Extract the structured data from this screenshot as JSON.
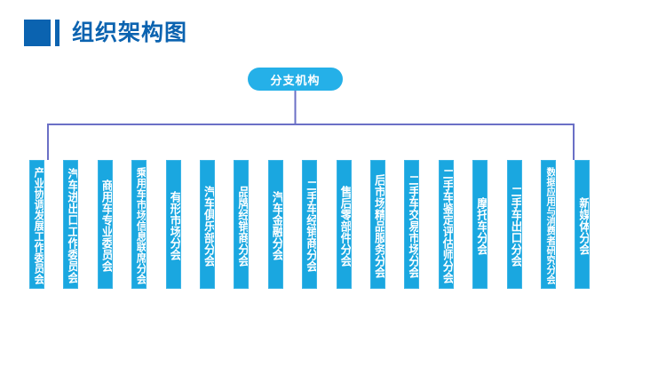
{
  "header": {
    "title": "组织架构图",
    "accent_color": "#0b63b0",
    "block_icon": "square-block-icon",
    "tick_icon": "bar-tick-icon"
  },
  "colors": {
    "node_fill": "#25b0e8",
    "bar_fill": "#1aa7e0",
    "bar_border": "#3bb4e6",
    "connector": "#6b70c6",
    "text_on_fill": "#ffffff"
  },
  "chart_data": {
    "type": "diagram",
    "diagram_kind": "organization-chart",
    "title": "组织架构图",
    "orientation": "top-down",
    "root": {
      "label": "分支机构"
    },
    "children_count": 17,
    "children": [
      {
        "label": "产业协调发展工作委员会",
        "chars": 11
      },
      {
        "label": "汽车进出口工作委员会",
        "chars": 10
      },
      {
        "label": "商用车专业委员会",
        "chars": 8
      },
      {
        "label": "乘用车市场信息联席分会",
        "chars": 11
      },
      {
        "label": "有形市场分会",
        "chars": 6
      },
      {
        "label": "汽车俱乐部分会",
        "chars": 7
      },
      {
        "label": "品牌经销商分会",
        "chars": 7
      },
      {
        "label": "汽车金融分会",
        "chars": 6
      },
      {
        "label": "二手车经销商分会",
        "chars": 8
      },
      {
        "label": "售后零部件分会",
        "chars": 7
      },
      {
        "label": "后市场精品服务分会",
        "chars": 9
      },
      {
        "label": "二手车交易市场分会",
        "chars": 9
      },
      {
        "label": "二手车鉴定评估师分会",
        "chars": 10
      },
      {
        "label": "摩托车分会",
        "chars": 5
      },
      {
        "label": "二手车出口分会",
        "chars": 7
      },
      {
        "label": "数据应用与消费者研究分会",
        "chars": 12
      },
      {
        "label": "新媒体分会",
        "chars": 5
      }
    ]
  }
}
